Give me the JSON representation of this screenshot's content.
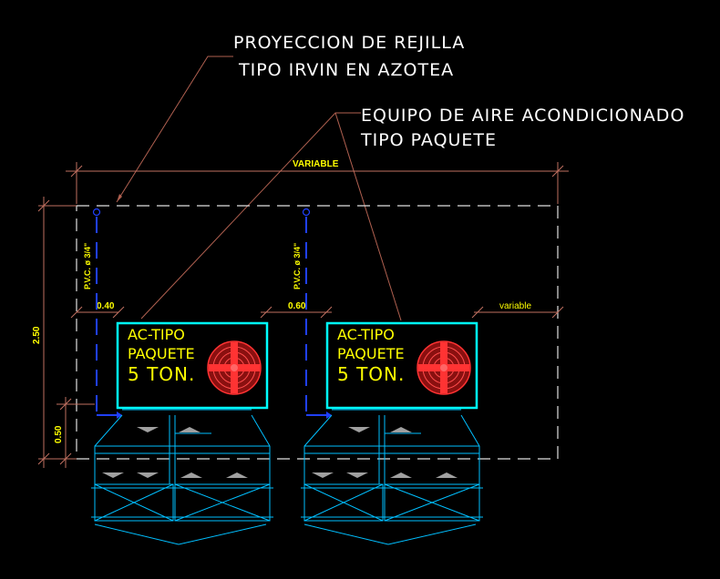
{
  "notes": {
    "grille_line1": "PROYECCION DE REJILLA",
    "grille_line2": "TIPO IRVIN EN AZOTEA",
    "equipment_line1": "EQUIPO DE AIRE ACONDICIONADO",
    "equipment_line2": "TIPO PAQUETE"
  },
  "dimensions": {
    "overall_width": "VARIABLE",
    "overall_height": "2.50",
    "base_height": "0.50",
    "left_clearance": "0.40",
    "middle_clearance": "0.60",
    "right_clearance": "variable"
  },
  "units": [
    {
      "line1": "AC-TIPO",
      "line2": "PAQUETE",
      "line3": "5 TON.",
      "pipe_label": "P.V.C. ø 3/4\""
    },
    {
      "line1": "AC-TIPO",
      "line2": "PAQUETE",
      "line3": "5 TON.",
      "pipe_label": "P.V.C. ø 3/4\""
    }
  ],
  "colors": {
    "background": "#000000",
    "unit_outline": "#00ffff",
    "structure": "#00bfff",
    "fan": "#ff3333",
    "text_yellow": "#ffff00",
    "text_white": "#ffffff",
    "leader": "#b06050",
    "dimension": "#c07060",
    "pipe": "#2040ff",
    "grille_outline": "#e0e0e0"
  }
}
